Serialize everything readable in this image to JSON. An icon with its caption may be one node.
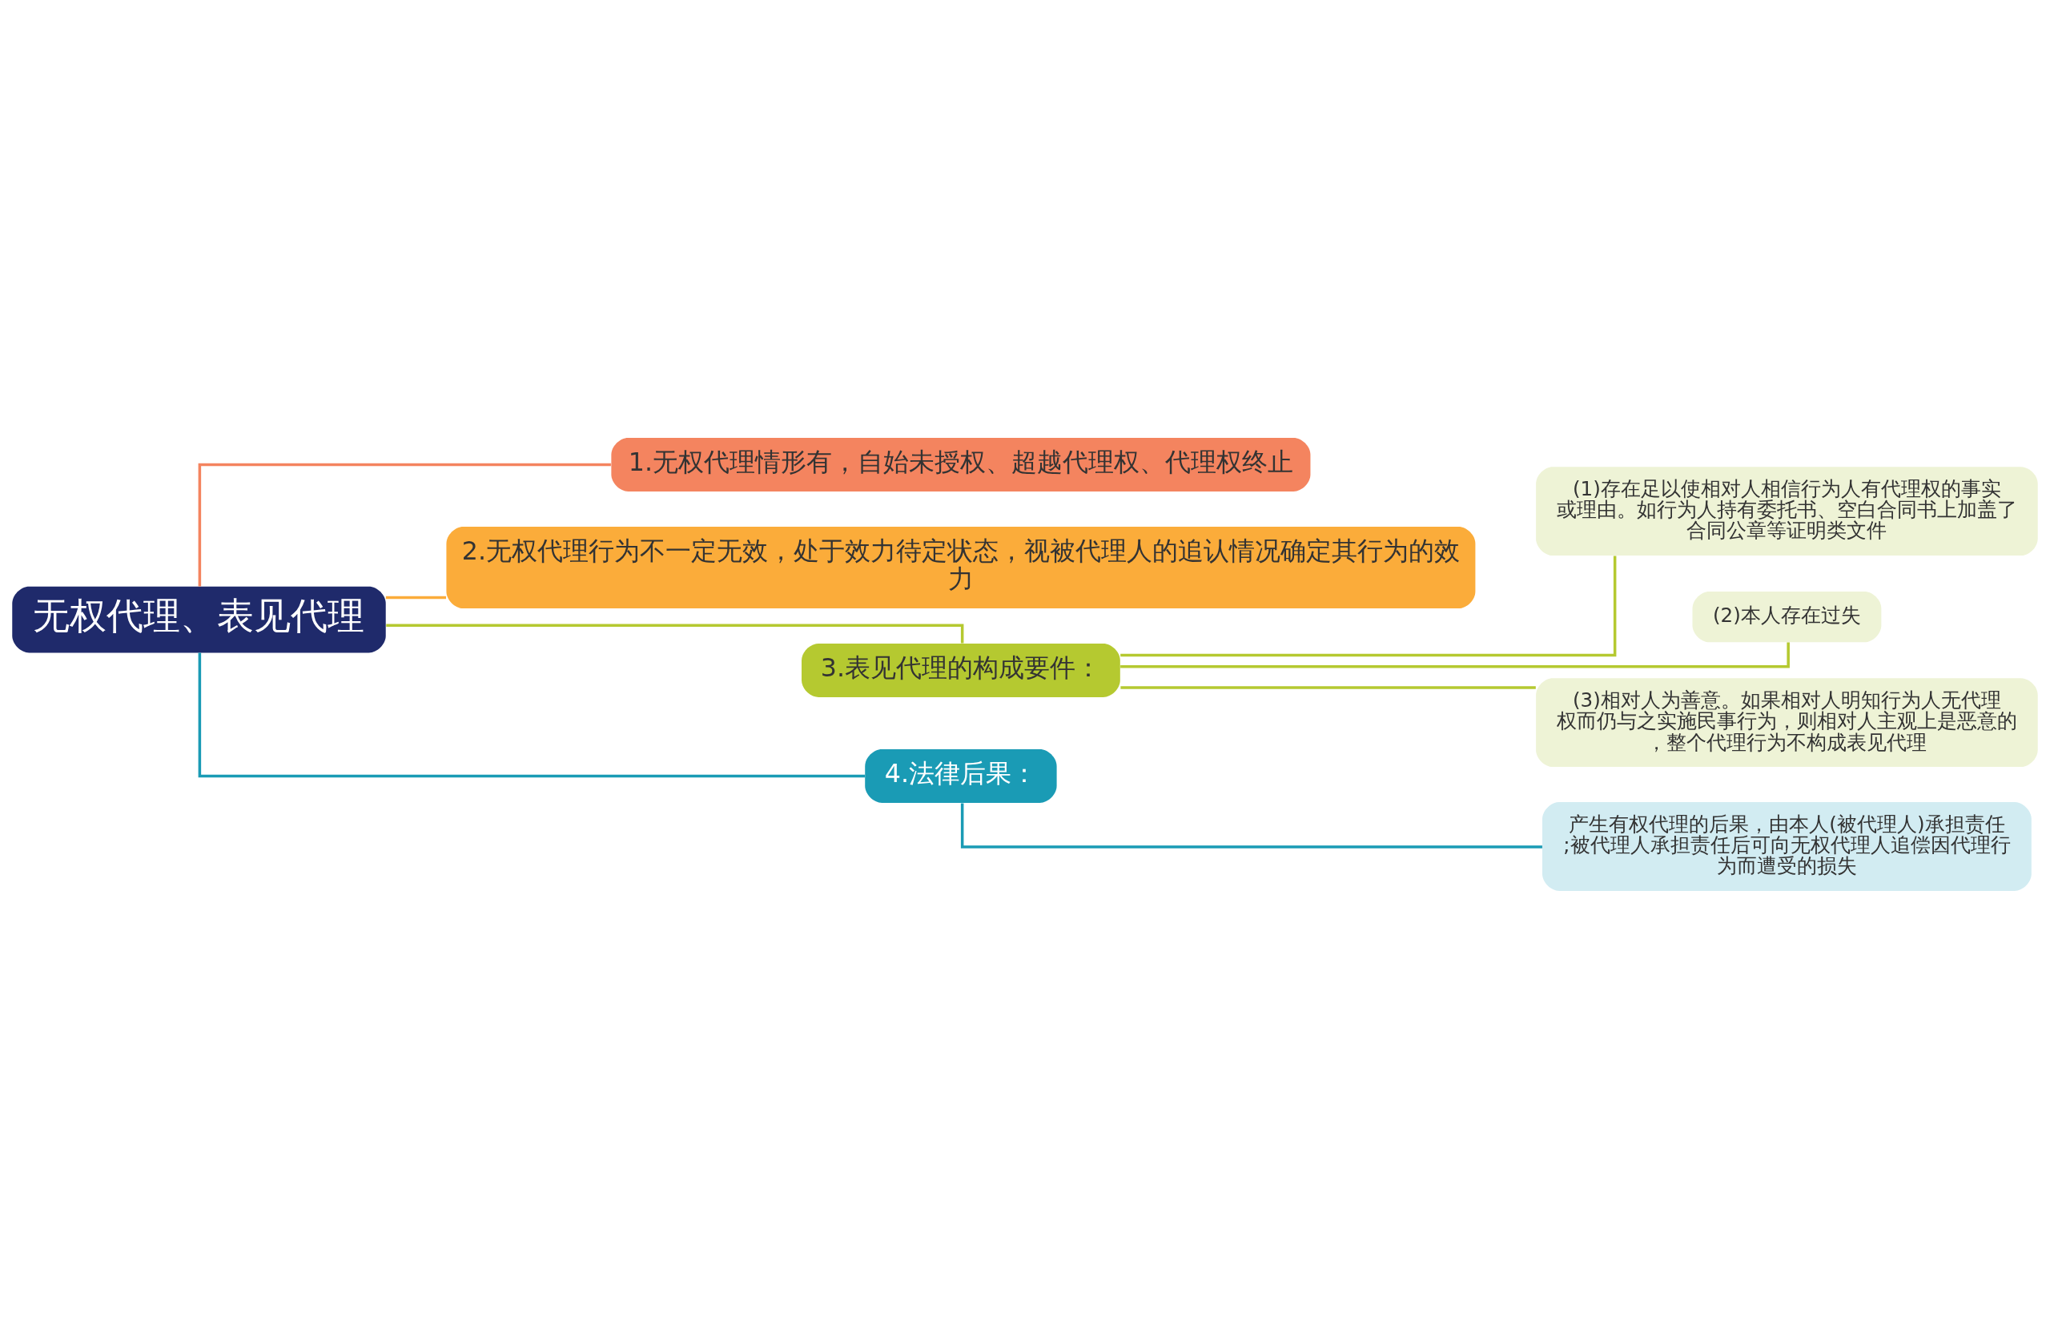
{
  "diagram": {
    "nodes": [
      {
        "text": [
          "无权代理、表见代理"
        ]
      },
      {
        "text": [
          "1.无权代理情形有，自始未授权、超越代理权、代理权终止"
        ]
      },
      {
        "text": [
          "2.无权代理行为不一定无效，处于效力待定状态，视被代理人的追认情况确定其行为的效力"
        ]
      },
      {
        "text": [
          "3.表见代理的构成要件："
        ]
      },
      {
        "text": [
          "(1)存在足以使相对人相信行为人有代理权的事实或理由。如行为人持有委托书、空白合同书上加盖了合同公章等证明类文件"
        ]
      },
      {
        "text": [
          "(2)本人存在过失"
        ]
      },
      {
        "text": [
          "(3)相对人为善意。如果相对人明知行为人无代理权而仍与之实施民事行为，则相对人主观上是恶意的，整个代理行为不构成表见代理"
        ]
      },
      {
        "text": [
          "4.法律后果："
        ]
      },
      {
        "text": [
          "产生有权代理的后果，由本人(被代理人)承担责任;被代理人承担责任后可向无权代理人追偿因代理行为而遭受的损失"
        ]
      }
    ],
    "edges": [
      {
        "from": 0,
        "to": 1,
        "arrow": "none",
        "color": "#f4845f"
      },
      {
        "from": 0,
        "to": 2,
        "arrow": "none",
        "color": "#fbac3a"
      },
      {
        "from": 0,
        "to": 3,
        "arrow": "none",
        "color": "#b5c930"
      },
      {
        "from": 3,
        "to": 4,
        "arrow": "none",
        "color": "#b5c930"
      },
      {
        "from": 3,
        "to": 5,
        "arrow": "none",
        "color": "#b5c930"
      },
      {
        "from": 3,
        "to": 6,
        "arrow": "none",
        "color": "#b5c930"
      },
      {
        "from": 0,
        "to": 7,
        "arrow": "none",
        "color": "#1a9bb5"
      },
      {
        "from": 7,
        "to": 8,
        "arrow": "none",
        "color": "#1a9bb5"
      }
    ]
  }
}
